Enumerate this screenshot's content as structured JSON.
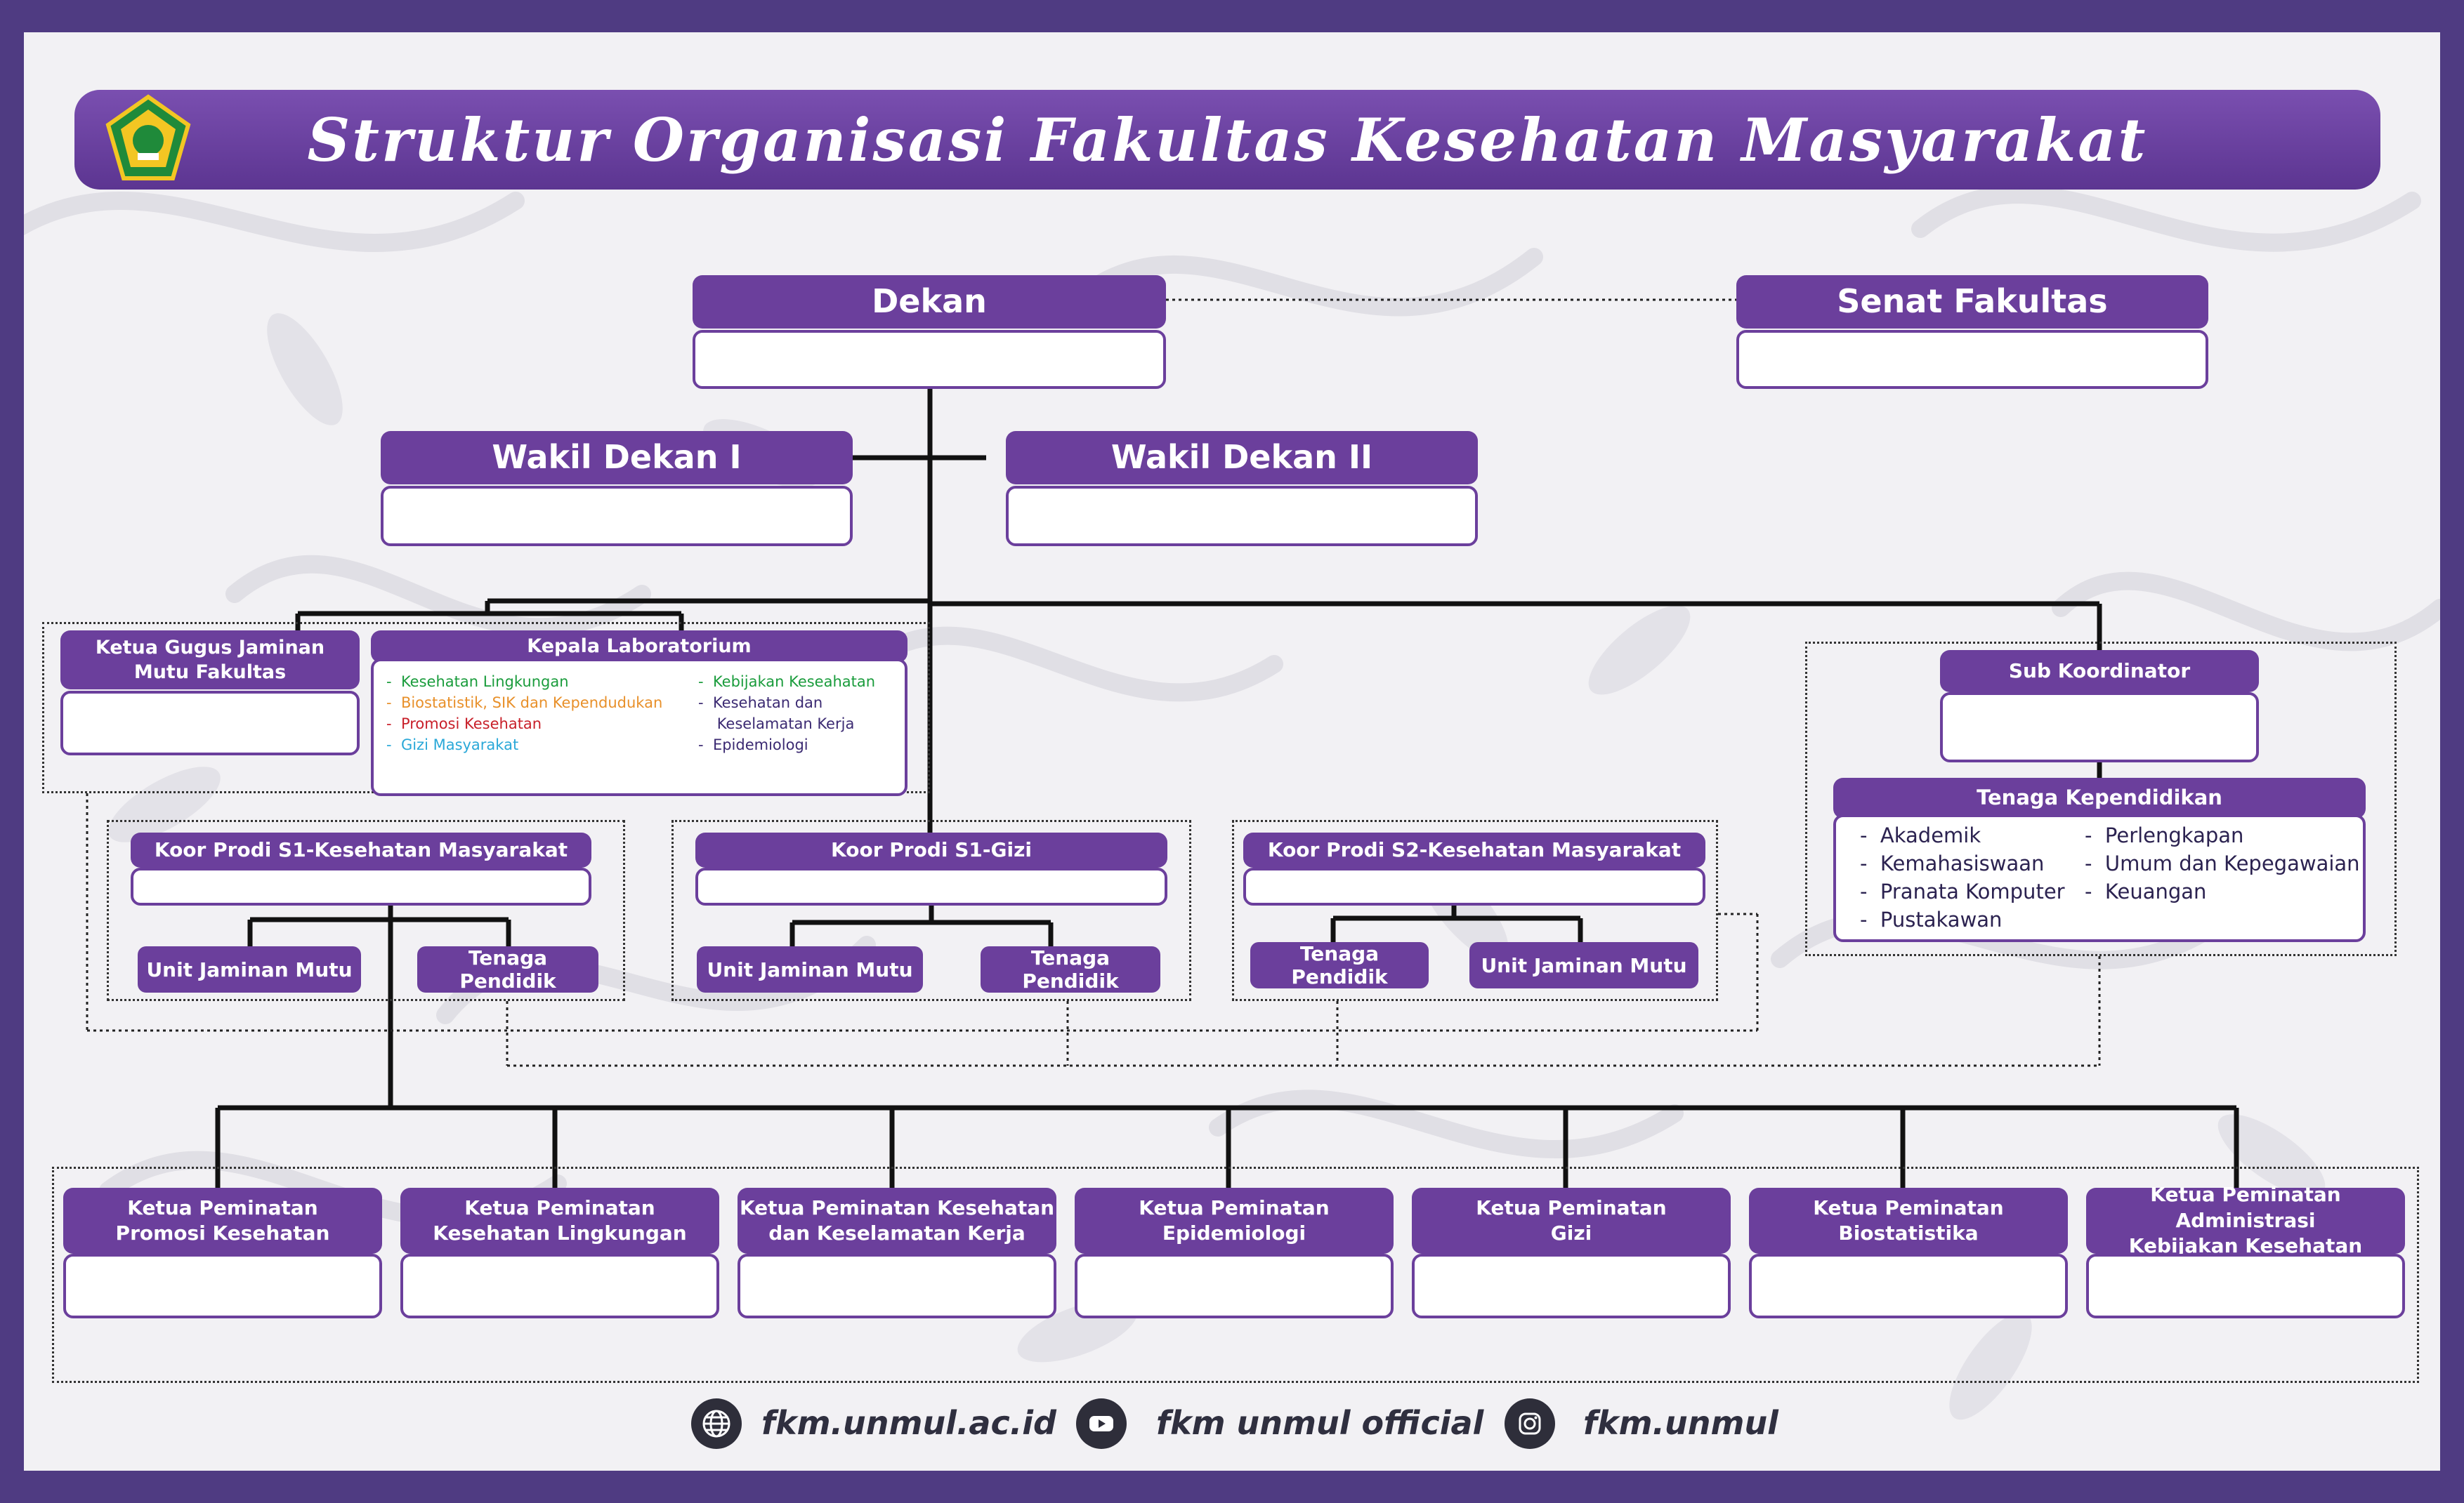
{
  "title": "Struktur Organisasi Fakultas Kesehatan Masyarakat",
  "logo": {
    "icon": "university-emblem-icon"
  },
  "colors": {
    "primary": "#6b3f9c",
    "frame": "#4f3b82",
    "line": "#111111"
  },
  "top": {
    "dekan": "Dekan",
    "senat": "Senat Fakultas",
    "wakil_1": "Wakil Dekan I",
    "wakil_2": "Wakil Dekan II"
  },
  "gugus": "Ketua Gugus Jaminan Mutu Fakultas",
  "lab": {
    "title": "Kepala Laboratorium",
    "items_left": [
      {
        "text": "Kesehatan Lingkungan",
        "color": "#1a9c3c"
      },
      {
        "text": "Biostatistik, SIK dan Kependudukan",
        "color": "#e8902a"
      },
      {
        "text": "Promosi Kesehatan",
        "color": "#c8202a"
      },
      {
        "text": "Gizi Masyarakat",
        "color": "#2aa8d8"
      }
    ],
    "items_right": [
      {
        "text": "Kebijakan Keseahatan",
        "color": "#1a9c3c"
      },
      {
        "text": "Kesehatan dan",
        "color": "#3b2a72"
      },
      {
        "text": "Keselamatan Kerja",
        "color": "#3b2a72"
      },
      {
        "text": "Epidemiologi",
        "color": "#3b2a72"
      }
    ]
  },
  "sub_koordinator": "Sub Koordinator",
  "tenaga_kependidikan": {
    "title": "Tenaga Kependidikan",
    "left": [
      "Akademik",
      "Kemahasiswaan",
      "Pranata Komputer",
      "Pustakawan"
    ],
    "right": [
      "Perlengkapan",
      "Umum dan Kepegawaian",
      "Keuangan"
    ]
  },
  "prodi": [
    {
      "title": "Koor Prodi S1-Kesehatan Masyarakat",
      "units": [
        "Unit Jaminan Mutu",
        "Tenaga Pendidik"
      ]
    },
    {
      "title": "Koor Prodi S1-Gizi",
      "units": [
        "Unit Jaminan Mutu",
        "Tenaga Pendidik"
      ]
    },
    {
      "title": "Koor Prodi S2-Kesehatan Masyarakat",
      "units": [
        "Tenaga Pendidik",
        "Unit Jaminan Mutu"
      ]
    }
  ],
  "peminatan": [
    [
      "Ketua Peminatan",
      "Promosi Kesehatan"
    ],
    [
      "Ketua Peminatan",
      "Kesehatan Lingkungan"
    ],
    [
      "Ketua Peminatan Kesehatan",
      "dan Keselamatan Kerja"
    ],
    [
      "Ketua Peminatan",
      "Epidemiologi"
    ],
    [
      "Ketua Peminatan",
      "Gizi"
    ],
    [
      "Ketua Peminatan",
      "Biostatistika"
    ],
    [
      "Ketua Peminatan Administrasi",
      "Kebijakan Kesehatan"
    ]
  ],
  "footer": [
    {
      "icon": "globe-icon",
      "text": "fkm.unmul.ac.id"
    },
    {
      "icon": "youtube-icon",
      "text": "fkm unmul official"
    },
    {
      "icon": "instagram-icon",
      "text": "fkm.unmul"
    }
  ]
}
